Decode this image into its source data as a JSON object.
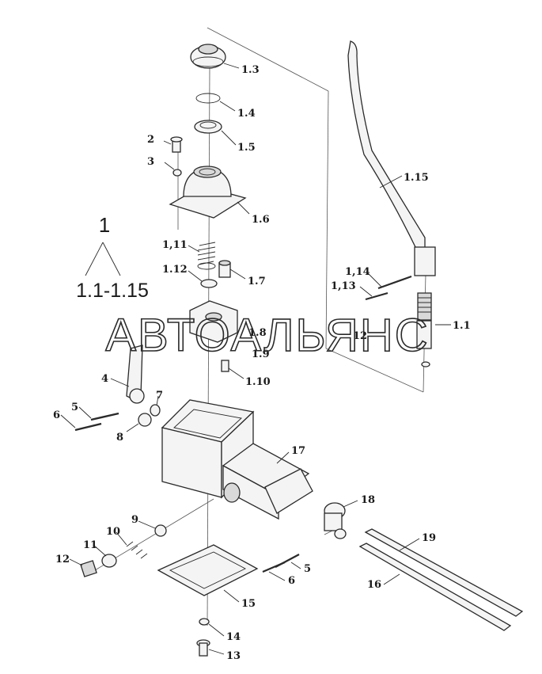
{
  "group": {
    "number": "1",
    "range": "1.1-1.15"
  },
  "watermark": "АВТОАЛЬЯНС",
  "callouts": [
    {
      "id": "c-1-3",
      "label": "1.3"
    },
    {
      "id": "c-1-4",
      "label": "1.4"
    },
    {
      "id": "c-1-5",
      "label": "1.5"
    },
    {
      "id": "c-2",
      "label": "2"
    },
    {
      "id": "c-3",
      "label": "3"
    },
    {
      "id": "c-1-6",
      "label": "1.6"
    },
    {
      "id": "c-1-15",
      "label": "1.15"
    },
    {
      "id": "c-1-11",
      "label": "1,11"
    },
    {
      "id": "c-1-12",
      "label": "1.12"
    },
    {
      "id": "c-1-7",
      "label": "1.7"
    },
    {
      "id": "c-1-14",
      "label": "1,14"
    },
    {
      "id": "c-1-13",
      "label": "1,13"
    },
    {
      "id": "c-1-8",
      "label": "1.8"
    },
    {
      "id": "c-1-2",
      "label": "12"
    },
    {
      "id": "c-1-1",
      "label": "1.1"
    },
    {
      "id": "c-1-9",
      "label": "1.9"
    },
    {
      "id": "c-1-10",
      "label": "1.10"
    },
    {
      "id": "c-4",
      "label": "4"
    },
    {
      "id": "c-5a",
      "label": "5"
    },
    {
      "id": "c-6a",
      "label": "6"
    },
    {
      "id": "c-7",
      "label": "7"
    },
    {
      "id": "c-8",
      "label": "8"
    },
    {
      "id": "c-17",
      "label": "17"
    },
    {
      "id": "c-18",
      "label": "18"
    },
    {
      "id": "c-9",
      "label": "9"
    },
    {
      "id": "c-10",
      "label": "10"
    },
    {
      "id": "c-11",
      "label": "11"
    },
    {
      "id": "c-12",
      "label": "12"
    },
    {
      "id": "c-19",
      "label": "19"
    },
    {
      "id": "c-5b",
      "label": "5"
    },
    {
      "id": "c-6b",
      "label": "6"
    },
    {
      "id": "c-16",
      "label": "16"
    },
    {
      "id": "c-15",
      "label": "15"
    },
    {
      "id": "c-14",
      "label": "14"
    },
    {
      "id": "c-13",
      "label": "13"
    }
  ]
}
